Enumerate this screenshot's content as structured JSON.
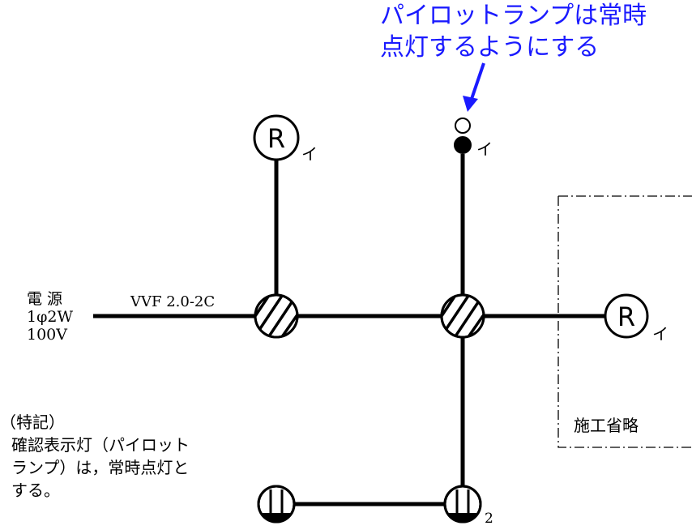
{
  "callout": {
    "line1": "パイロットランプは常時",
    "line2": "点灯するようにする",
    "color": "#1a1aff"
  },
  "power_source": {
    "line1": "電 源",
    "line2": "1φ2W",
    "line3": "100V"
  },
  "cable_label": "VVF 2.0-2C",
  "lamp_symbol_letter": "R",
  "switch_marks": {
    "lamp_top": "イ",
    "pilot_lamp": "イ",
    "lamp_right": "イ",
    "outlet_right": "2"
  },
  "omitted_area_label": "施工省略",
  "note": {
    "title": "（特記）",
    "line1": "確認表示灯（パイロット",
    "line2": "ランプ）は，常時点灯と",
    "line3": "する。"
  }
}
